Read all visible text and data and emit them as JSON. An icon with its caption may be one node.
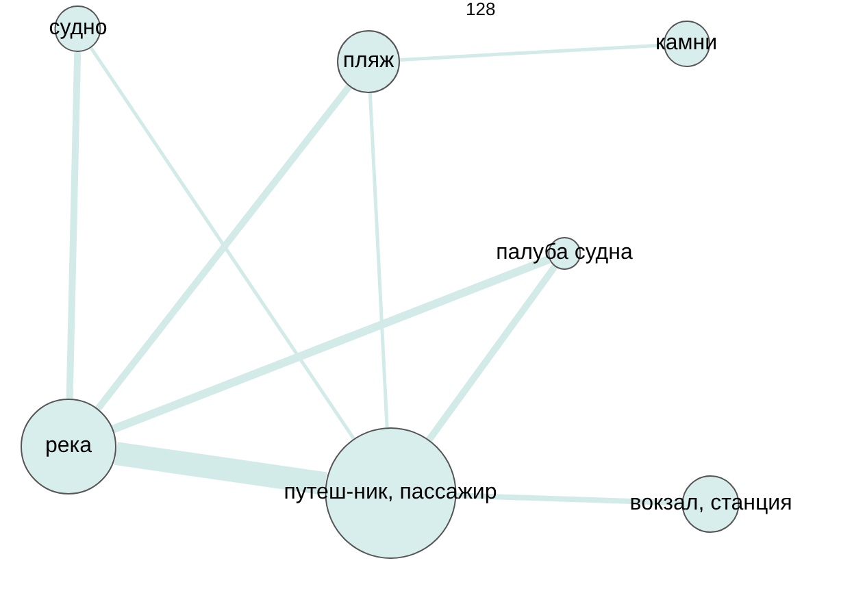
{
  "diagram": {
    "nodes": [
      {
        "text": [
          "судно"
        ]
      },
      {
        "text": [
          "пляж"
        ]
      },
      {
        "text": [
          "камни"
        ]
      },
      {
        "text": [
          "палуба судна"
        ]
      },
      {
        "text": [
          "река"
        ]
      },
      {
        "text": [
          "путеш-ник, пассажир"
        ]
      },
      {
        "text": [
          "вокзал, станция"
        ]
      }
    ],
    "edges": [
      {
        "from": 0,
        "to": 4,
        "arrow": "none"
      },
      {
        "from": 0,
        "to": 5,
        "arrow": "none"
      },
      {
        "from": 1,
        "to": 4,
        "arrow": "none"
      },
      {
        "from": 1,
        "to": 5,
        "arrow": "none"
      },
      {
        "from": 1,
        "to": 2,
        "arrow": "none"
      },
      {
        "from": 3,
        "to": 4,
        "arrow": "none"
      },
      {
        "from": 3,
        "to": 5,
        "arrow": "none"
      },
      {
        "from": 4,
        "to": 5,
        "arrow": "none",
        "style": "thick"
      },
      {
        "from": 5,
        "to": 6,
        "arrow": "none"
      }
    ],
    "labels": [
      "128"
    ]
  }
}
